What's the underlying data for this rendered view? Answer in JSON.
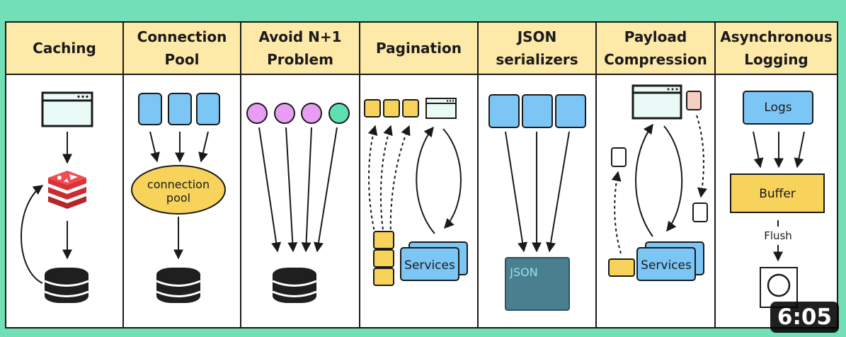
{
  "columns": [
    {
      "title": "Caching"
    },
    {
      "title": "Connection\nPool"
    },
    {
      "title": "Avoid N+1\nProblem"
    },
    {
      "title": "Pagination"
    },
    {
      "title": "JSON\nserializers"
    },
    {
      "title": "Payload\nCompression"
    },
    {
      "title": "Asynchronous\nLogging"
    }
  ],
  "labels": {
    "connection_pool": "connection\npool",
    "services_pagination": "Services",
    "json_box": "JSON",
    "services_compression": "Services",
    "logs": "Logs",
    "buffer": "Buffer",
    "flush": "Flush"
  },
  "video": {
    "timestamp": "6:05"
  },
  "colors": {
    "background": "#72dfb6",
    "header": "#fde9a8",
    "blue": "#7cc6f5",
    "yellow": "#f7d35c",
    "purple": "#e79ef2",
    "teal": "#5fe0b1",
    "redis_red": "#d9343a",
    "database": "#1f1f1f",
    "json_box": "#4a7f8f"
  },
  "icons": [
    "browser-window-icon",
    "redis-icon",
    "database-icon",
    "server-icon",
    "disk-icon"
  ]
}
